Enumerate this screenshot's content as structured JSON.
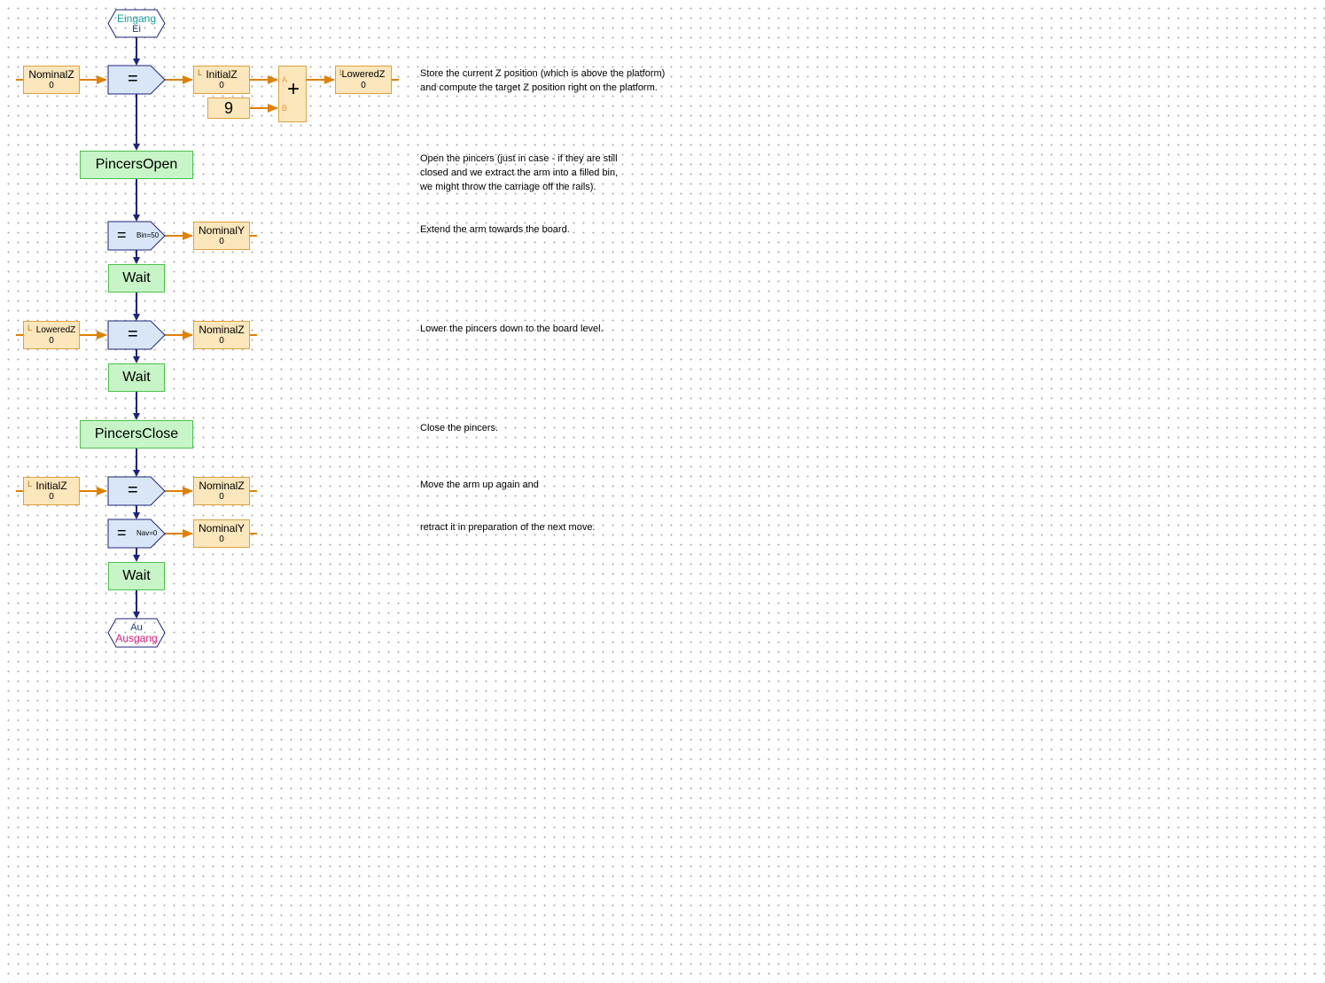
{
  "start_terminal": {
    "label": "Eingang",
    "sub": "Ei"
  },
  "end_terminal": {
    "sub": "Au",
    "label": "Ausgang"
  },
  "colors": {
    "flow": "#1a237e",
    "data": "#e08000",
    "command_fill": "#c8f5c8",
    "variable_fill": "#fce6bc",
    "op_fill": "#d9e6f7"
  },
  "ops": {
    "assign_symbol": "=",
    "add_symbol": "+",
    "port_a": "A",
    "port_b": "B",
    "extend_value": "Bin=50",
    "retract_value": "Nav=0",
    "constant": "9"
  },
  "variables": {
    "nominal_z_in": {
      "name": "NominalZ",
      "value": "0"
    },
    "initial_z_out": {
      "name": "InitialZ",
      "value": "0",
      "mark": "L"
    },
    "lowered_z_out": {
      "name": "LoweredZ",
      "value": "0",
      "mark": "L"
    },
    "nominal_y_1": {
      "name": "NominalY",
      "value": "0"
    },
    "lowered_z_in": {
      "name": "LoweredZ",
      "value": "0",
      "mark": "L"
    },
    "nominal_z_1": {
      "name": "NominalZ",
      "value": "0"
    },
    "initial_z_in": {
      "name": "InitialZ",
      "value": "0",
      "mark": "L"
    },
    "nominal_z_2": {
      "name": "NominalZ",
      "value": "0"
    },
    "nominal_y_2": {
      "name": "NominalY",
      "value": "0"
    }
  },
  "commands": {
    "pincers_open": "PincersOpen",
    "wait_1": "Wait",
    "wait_2": "Wait",
    "pincers_close": "PincersClose",
    "wait_3": "Wait"
  },
  "comments": {
    "store": [
      "Store the current Z position (which is above the platform)",
      "and compute the target Z position right on the platform."
    ],
    "open": [
      "Open the pincers (just in case - if they are still",
      "closed and we extract the arm into a filled bin,",
      "we might throw the carriage off the rails)."
    ],
    "extend": [
      "Extend the arm towards the board."
    ],
    "lower": [
      "Lower the pincers down to the board level."
    ],
    "close": [
      "Close the pincers."
    ],
    "up": [
      "Move the arm up again and"
    ],
    "retract": [
      "retract it in preparation of the next move."
    ]
  }
}
